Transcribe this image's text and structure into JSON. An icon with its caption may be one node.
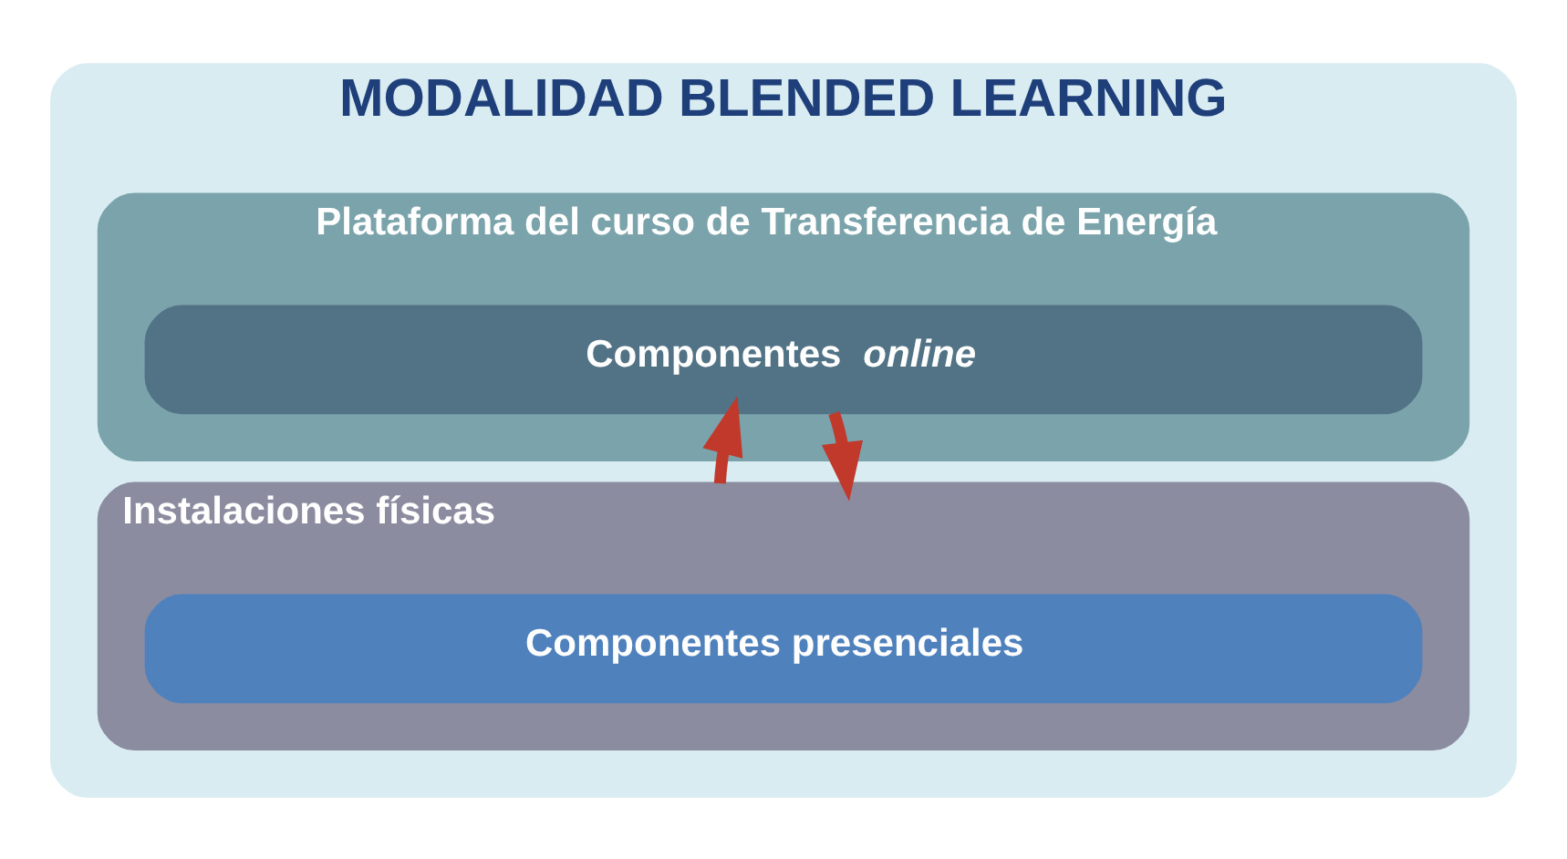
{
  "diagram": {
    "nodes": [
      {
        "text": [
          "MODALIDAD BLENDED LEARNING"
        ]
      },
      {
        "text": [
          "Plataforma del curso de Transferencia de Energía"
        ],
        "in": 0
      },
      {
        "text": [
          "Componentes *online*"
        ],
        "in": 1
      },
      {
        "text": [
          "Instalaciones físicas"
        ],
        "in": 0
      },
      {
        "text": [
          "Componentes presenciales"
        ],
        "in": 3
      }
    ],
    "edges": [
      {
        "from": 3,
        "to": 2,
        "arrow": "to"
      },
      {
        "from": 2,
        "to": 3,
        "arrow": "to"
      }
    ]
  }
}
